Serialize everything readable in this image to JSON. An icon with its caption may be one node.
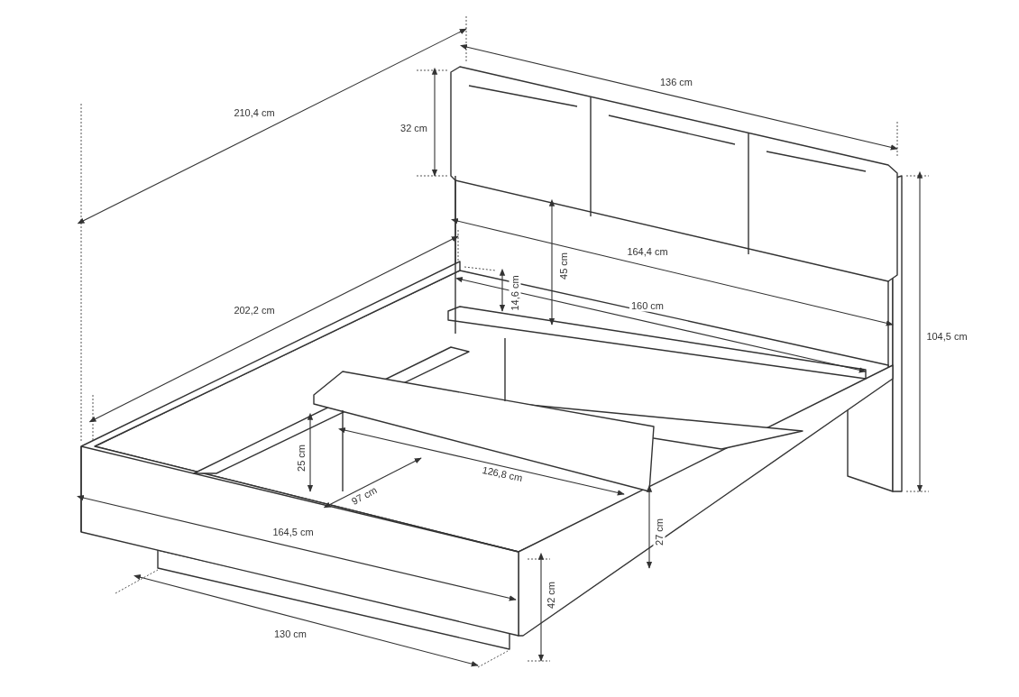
{
  "diagram": {
    "labels": [
      "136 cm",
      "210,4 cm",
      "32 cm",
      "164,4 cm",
      "45 cm",
      "14,6 cm",
      "160 cm",
      "202,2 cm",
      "104,5 cm",
      "25 cm",
      "126,8 cm",
      "97 cm",
      "164,5 cm",
      "27 cm",
      "42 cm",
      "130 cm"
    ]
  }
}
